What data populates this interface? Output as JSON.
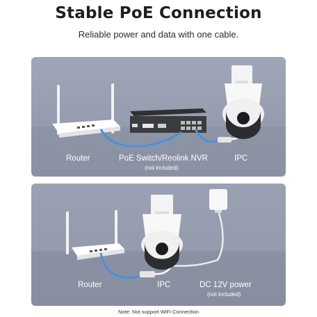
{
  "header": {
    "title": "Stable PoE Connection",
    "subtitle": "Reliable power and data with one cable."
  },
  "panel_top": {
    "labels": {
      "router": "Router",
      "switch": "PoE Switch/Reolink NVR",
      "switch_note": "(not included)",
      "ipc": "IPC"
    }
  },
  "panel_bottom": {
    "labels": {
      "router": "Router",
      "ipc": "IPC",
      "power": "DC 12V power",
      "power_note": "(not included)"
    }
  },
  "footer": {
    "note": "Note: Not support WiFi Connection"
  },
  "colors": {
    "cable_blue": "#4a8fe0",
    "panel_bg": "#979eb0"
  },
  "icons": [
    "router-icon",
    "poe-switch-icon",
    "ptz-camera-icon",
    "power-adapter-icon"
  ]
}
